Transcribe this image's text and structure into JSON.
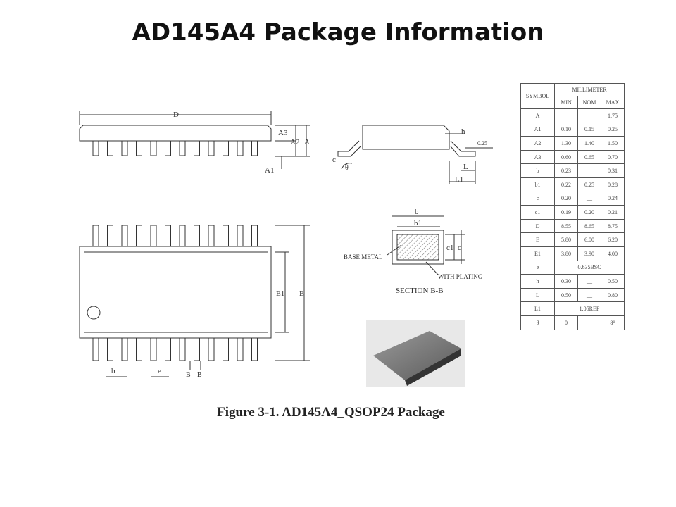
{
  "title": "AD145A4 Package Information",
  "caption": "Figure 3-1. AD145A4_QSOP24 Package",
  "labels": {
    "D": "D",
    "A3": "A3",
    "A2": "A2",
    "A": "A",
    "A1": "A1",
    "h": "h",
    "c": "c",
    "theta": "θ",
    "L": "L",
    "L1": "L1",
    "dim025": "0.25",
    "b": "b",
    "b1": "b1",
    "c1": "c1",
    "base_metal": "BASE METAL",
    "with_plating": "WITH PLATING",
    "section": "SECTION B-B",
    "E1": "E1",
    "E": "E",
    "e": "e",
    "B1": "B",
    "B2": "B"
  },
  "table": {
    "symbol_header": "SYMBOL",
    "unit_header": "MILLIMETER",
    "col_headers": [
      "MIN",
      "NOM",
      "MAX"
    ],
    "rows": [
      {
        "symbol": "A",
        "min": "__",
        "nom": "__",
        "max": "1.75"
      },
      {
        "symbol": "A1",
        "min": "0.10",
        "nom": "0.15",
        "max": "0.25"
      },
      {
        "symbol": "A2",
        "min": "1.30",
        "nom": "1.40",
        "max": "1.50"
      },
      {
        "symbol": "A3",
        "min": "0.60",
        "nom": "0.65",
        "max": "0.70"
      },
      {
        "symbol": "b",
        "min": "0.23",
        "nom": "__",
        "max": "0.31"
      },
      {
        "symbol": "b1",
        "min": "0.22",
        "nom": "0.25",
        "max": "0.28"
      },
      {
        "symbol": "c",
        "min": "0.20",
        "nom": "__",
        "max": "0.24"
      },
      {
        "symbol": "c1",
        "min": "0.19",
        "nom": "0.20",
        "max": "0.21"
      },
      {
        "symbol": "D",
        "min": "8.55",
        "nom": "8.65",
        "max": "8.75"
      },
      {
        "symbol": "E",
        "min": "5.80",
        "nom": "6.00",
        "max": "6.20"
      },
      {
        "symbol": "E1",
        "min": "3.80",
        "nom": "3.90",
        "max": "4.00"
      },
      {
        "symbol": "e",
        "span": "0.635BSC"
      },
      {
        "symbol": "h",
        "min": "0.30",
        "nom": "__",
        "max": "0.50"
      },
      {
        "symbol": "L",
        "min": "0.50",
        "nom": "__",
        "max": "0.80"
      },
      {
        "symbol": "L1",
        "span": "1.05REF"
      },
      {
        "symbol": "θ",
        "min": "0",
        "nom": "__",
        "max": "8°"
      }
    ]
  }
}
